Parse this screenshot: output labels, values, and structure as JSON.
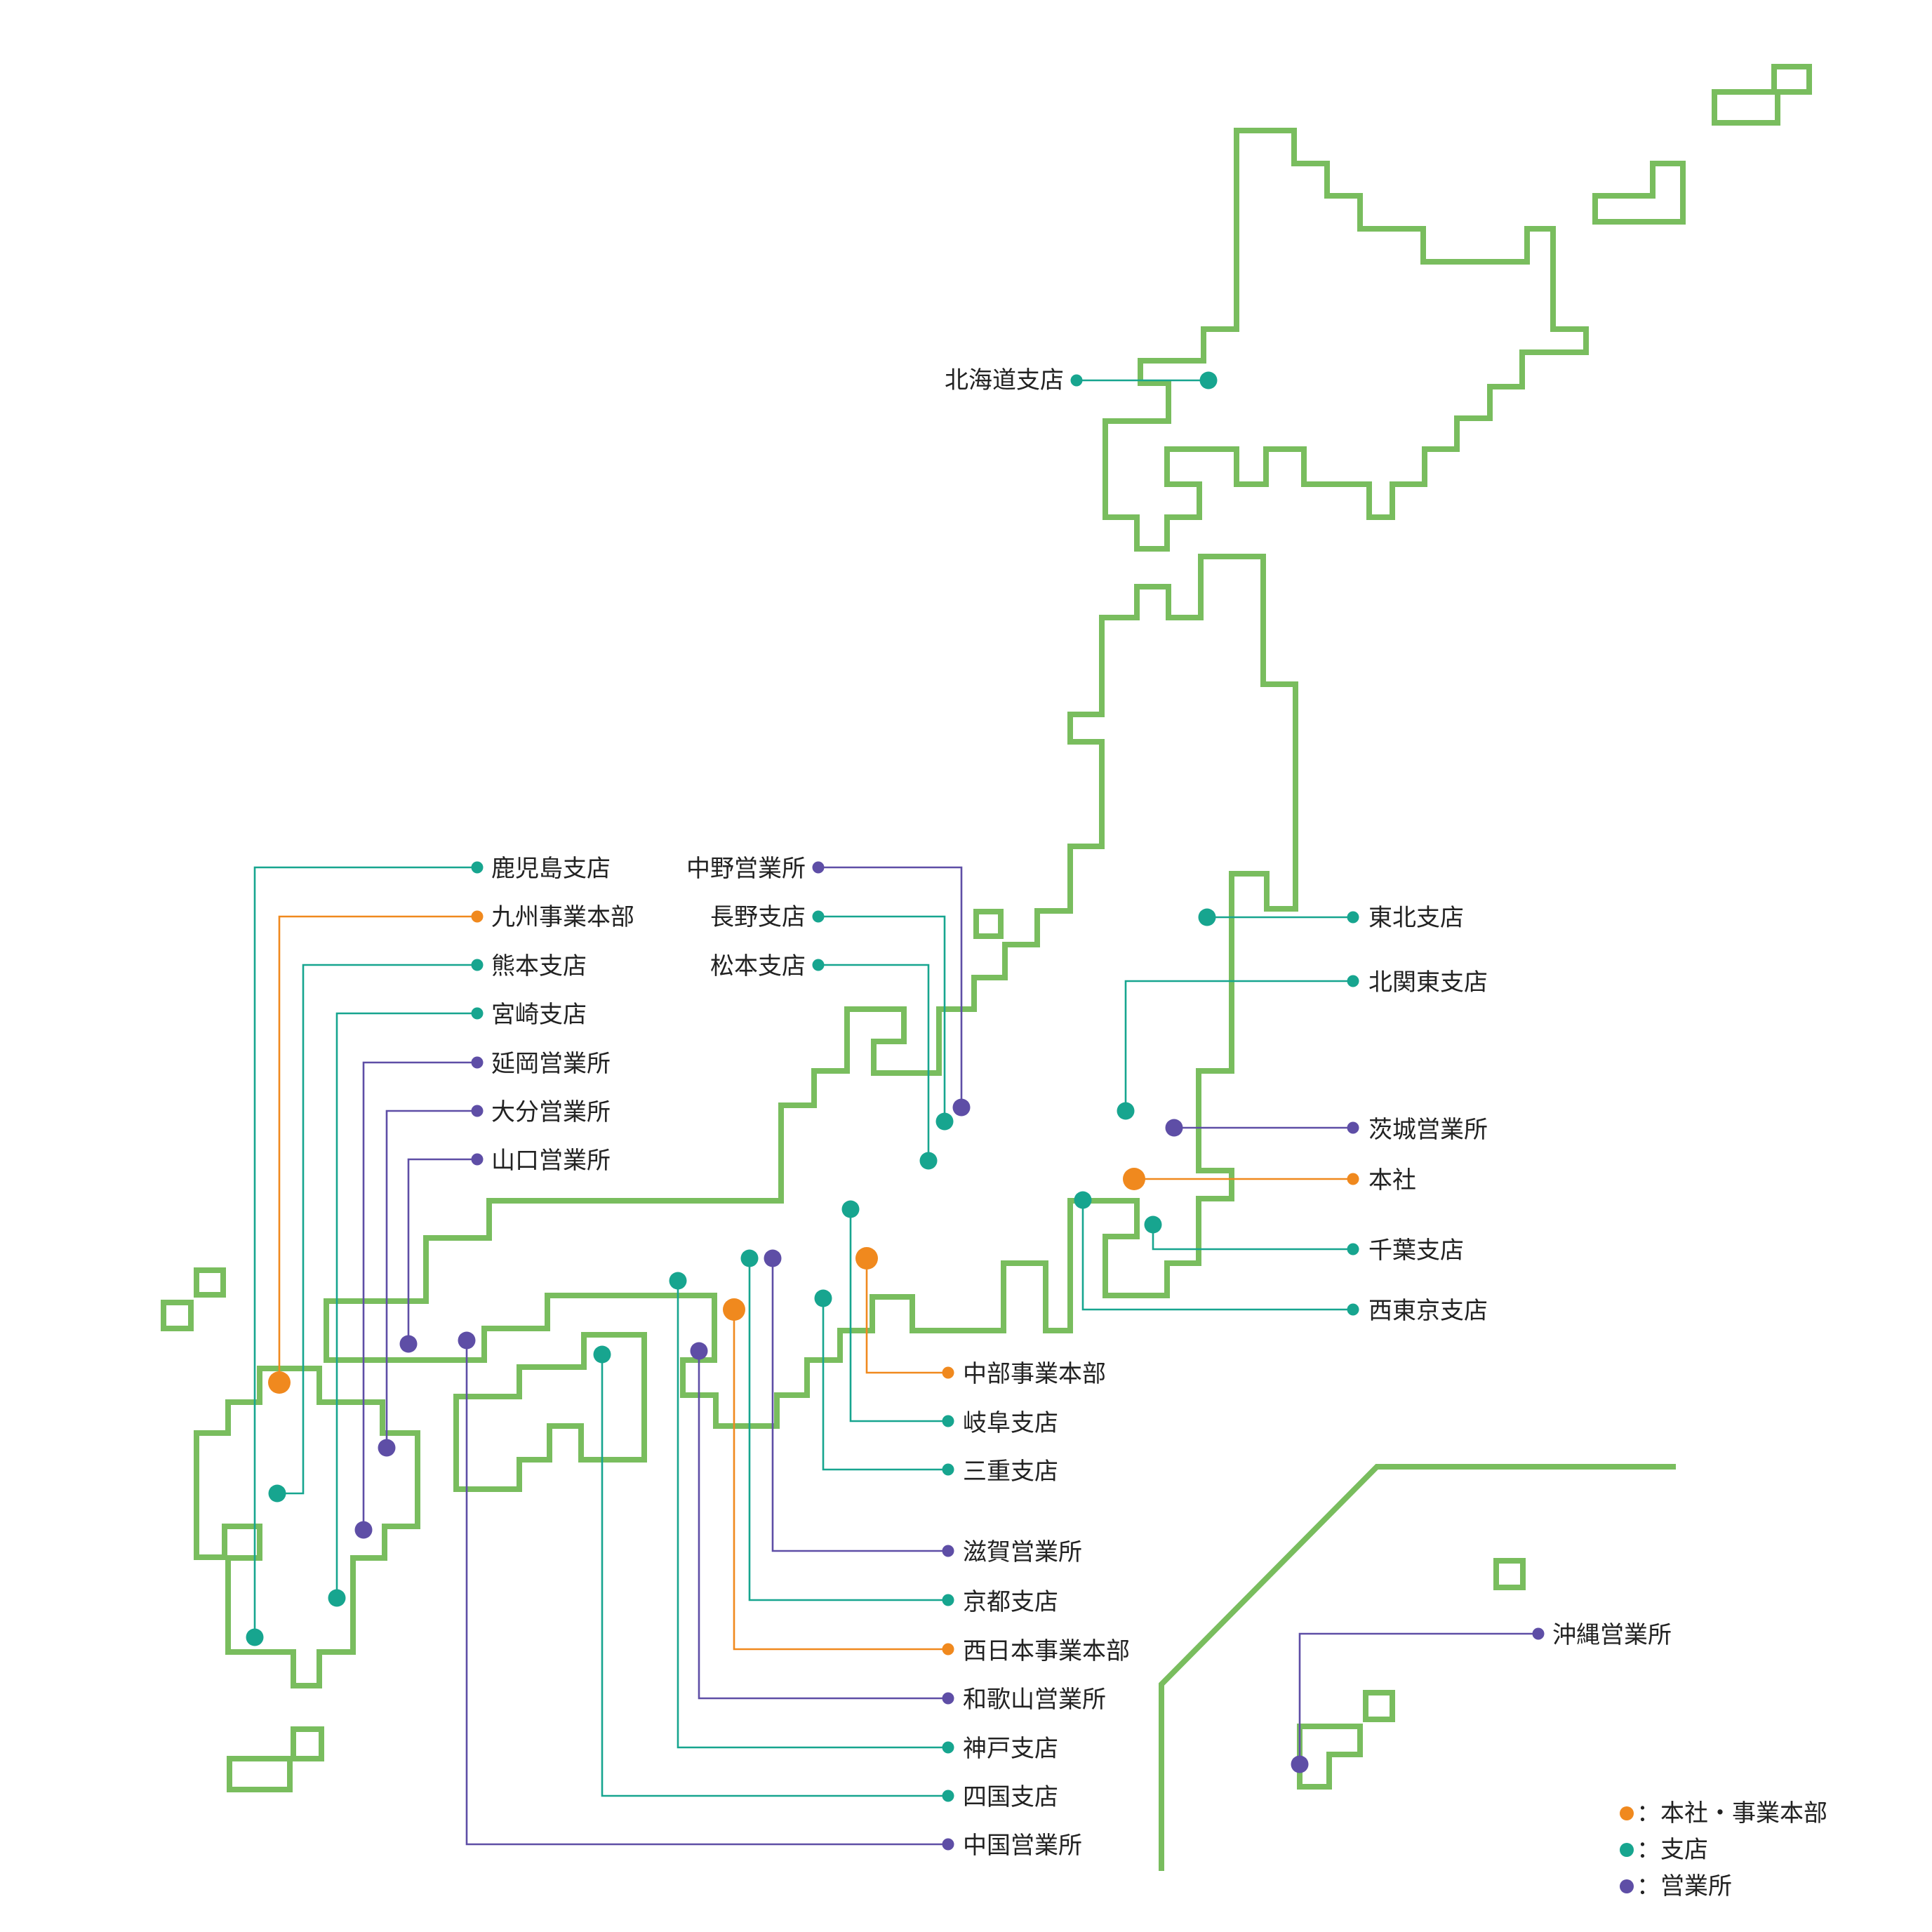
{
  "colors": {
    "land": "#79bd5e",
    "hq": "#f0891e",
    "branch": "#17a58f",
    "office": "#5e4ea6",
    "text": "#222222"
  },
  "offices": [
    {
      "id": "hokkaido",
      "label": "北海道支店",
      "type": "branch"
    },
    {
      "id": "tohoku",
      "label": "東北支店",
      "type": "branch"
    },
    {
      "id": "kitakanto",
      "label": "北関東支店",
      "type": "branch"
    },
    {
      "id": "ibaraki",
      "label": "茨城営業所",
      "type": "office"
    },
    {
      "id": "honsha",
      "label": "本社",
      "type": "hq"
    },
    {
      "id": "chiba",
      "label": "千葉支店",
      "type": "branch"
    },
    {
      "id": "nishitokyo",
      "label": "西東京支店",
      "type": "branch"
    },
    {
      "id": "nakano",
      "label": "中野営業所",
      "type": "office"
    },
    {
      "id": "nagano",
      "label": "長野支店",
      "type": "branch"
    },
    {
      "id": "matsumoto",
      "label": "松本支店",
      "type": "branch"
    },
    {
      "id": "chubu",
      "label": "中部事業本部",
      "type": "hq"
    },
    {
      "id": "gifu",
      "label": "岐阜支店",
      "type": "branch"
    },
    {
      "id": "mie",
      "label": "三重支店",
      "type": "branch"
    },
    {
      "id": "shiga",
      "label": "滋賀営業所",
      "type": "office"
    },
    {
      "id": "kyoto",
      "label": "京都支店",
      "type": "branch"
    },
    {
      "id": "nishinihon",
      "label": "西日本事業本部",
      "type": "hq"
    },
    {
      "id": "wakayama",
      "label": "和歌山営業所",
      "type": "office"
    },
    {
      "id": "kobe",
      "label": "神戸支店",
      "type": "branch"
    },
    {
      "id": "shikoku",
      "label": "四国支店",
      "type": "branch"
    },
    {
      "id": "chugoku",
      "label": "中国営業所",
      "type": "office"
    },
    {
      "id": "kagoshima",
      "label": "鹿児島支店",
      "type": "branch"
    },
    {
      "id": "kyushu",
      "label": "九州事業本部",
      "type": "hq"
    },
    {
      "id": "kumamoto",
      "label": "熊本支店",
      "type": "branch"
    },
    {
      "id": "miyazaki",
      "label": "宮崎支店",
      "type": "branch"
    },
    {
      "id": "nobeoka",
      "label": "延岡営業所",
      "type": "office"
    },
    {
      "id": "oita",
      "label": "大分営業所",
      "type": "office"
    },
    {
      "id": "yamaguchi",
      "label": "山口営業所",
      "type": "office"
    },
    {
      "id": "okinawa",
      "label": "沖縄営業所",
      "type": "office"
    }
  ],
  "legend": [
    {
      "type": "hq",
      "label": "：本社・事業本部"
    },
    {
      "type": "branch",
      "label": "：支店"
    },
    {
      "type": "office",
      "label": "：営業所"
    }
  ]
}
